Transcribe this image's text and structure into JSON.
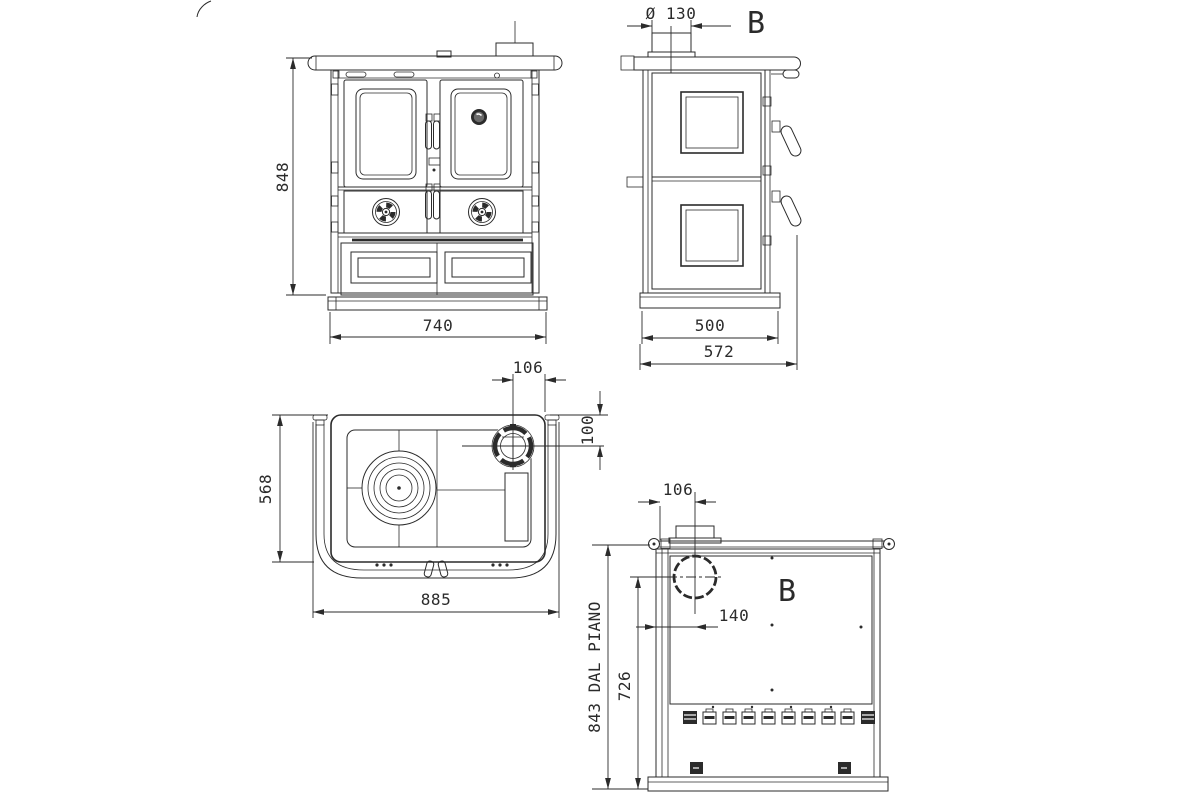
{
  "views": {
    "front": {
      "height": "848",
      "width": "740"
    },
    "side": {
      "flue_diameter": "Ø 130",
      "section_label": "B",
      "depth_body": "500",
      "depth_total": "572"
    },
    "top": {
      "flue_offset_right": "106",
      "flue_offset_back": "100",
      "depth": "568",
      "width_total": "885"
    },
    "rear": {
      "flue_offset_top": "106",
      "flue_offset_left": "140",
      "flue_center_height": "726",
      "height_from_floor": "843 DAL PIANO",
      "section_label": "B"
    }
  }
}
